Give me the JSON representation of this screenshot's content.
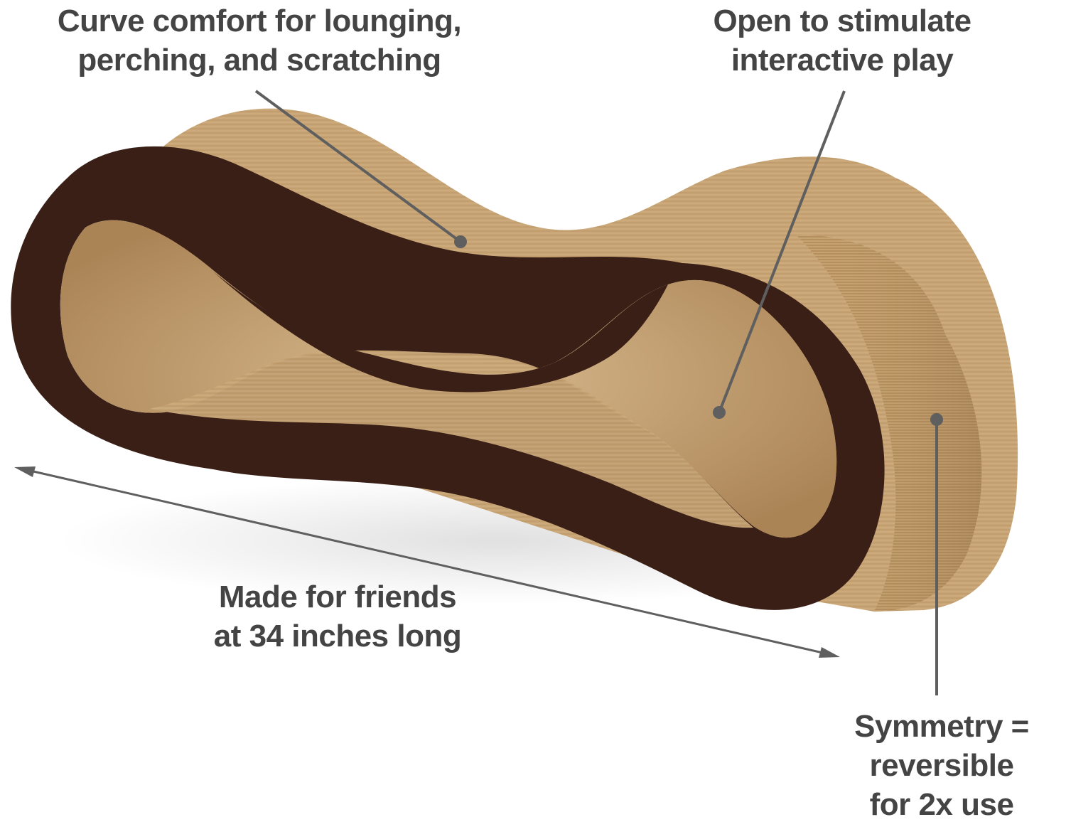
{
  "callouts": {
    "curve": {
      "line1": "Curve comfort for lounging,",
      "line2": "perching, and scratching"
    },
    "open": {
      "line1": "Open to stimulate",
      "line2": "interactive play"
    },
    "made": {
      "line1": "Made for friends",
      "line2": "at 34 inches long"
    },
    "symmetry": {
      "line1": "Symmetry =",
      "line2": "reversible",
      "line3": "for 2x use"
    }
  },
  "colors": {
    "cardboard": "#c9a677",
    "cardboard_shade": "#b48d5c",
    "edge_brown": "#3a1f17",
    "text": "#444444",
    "leader": "#5f5f5f"
  }
}
